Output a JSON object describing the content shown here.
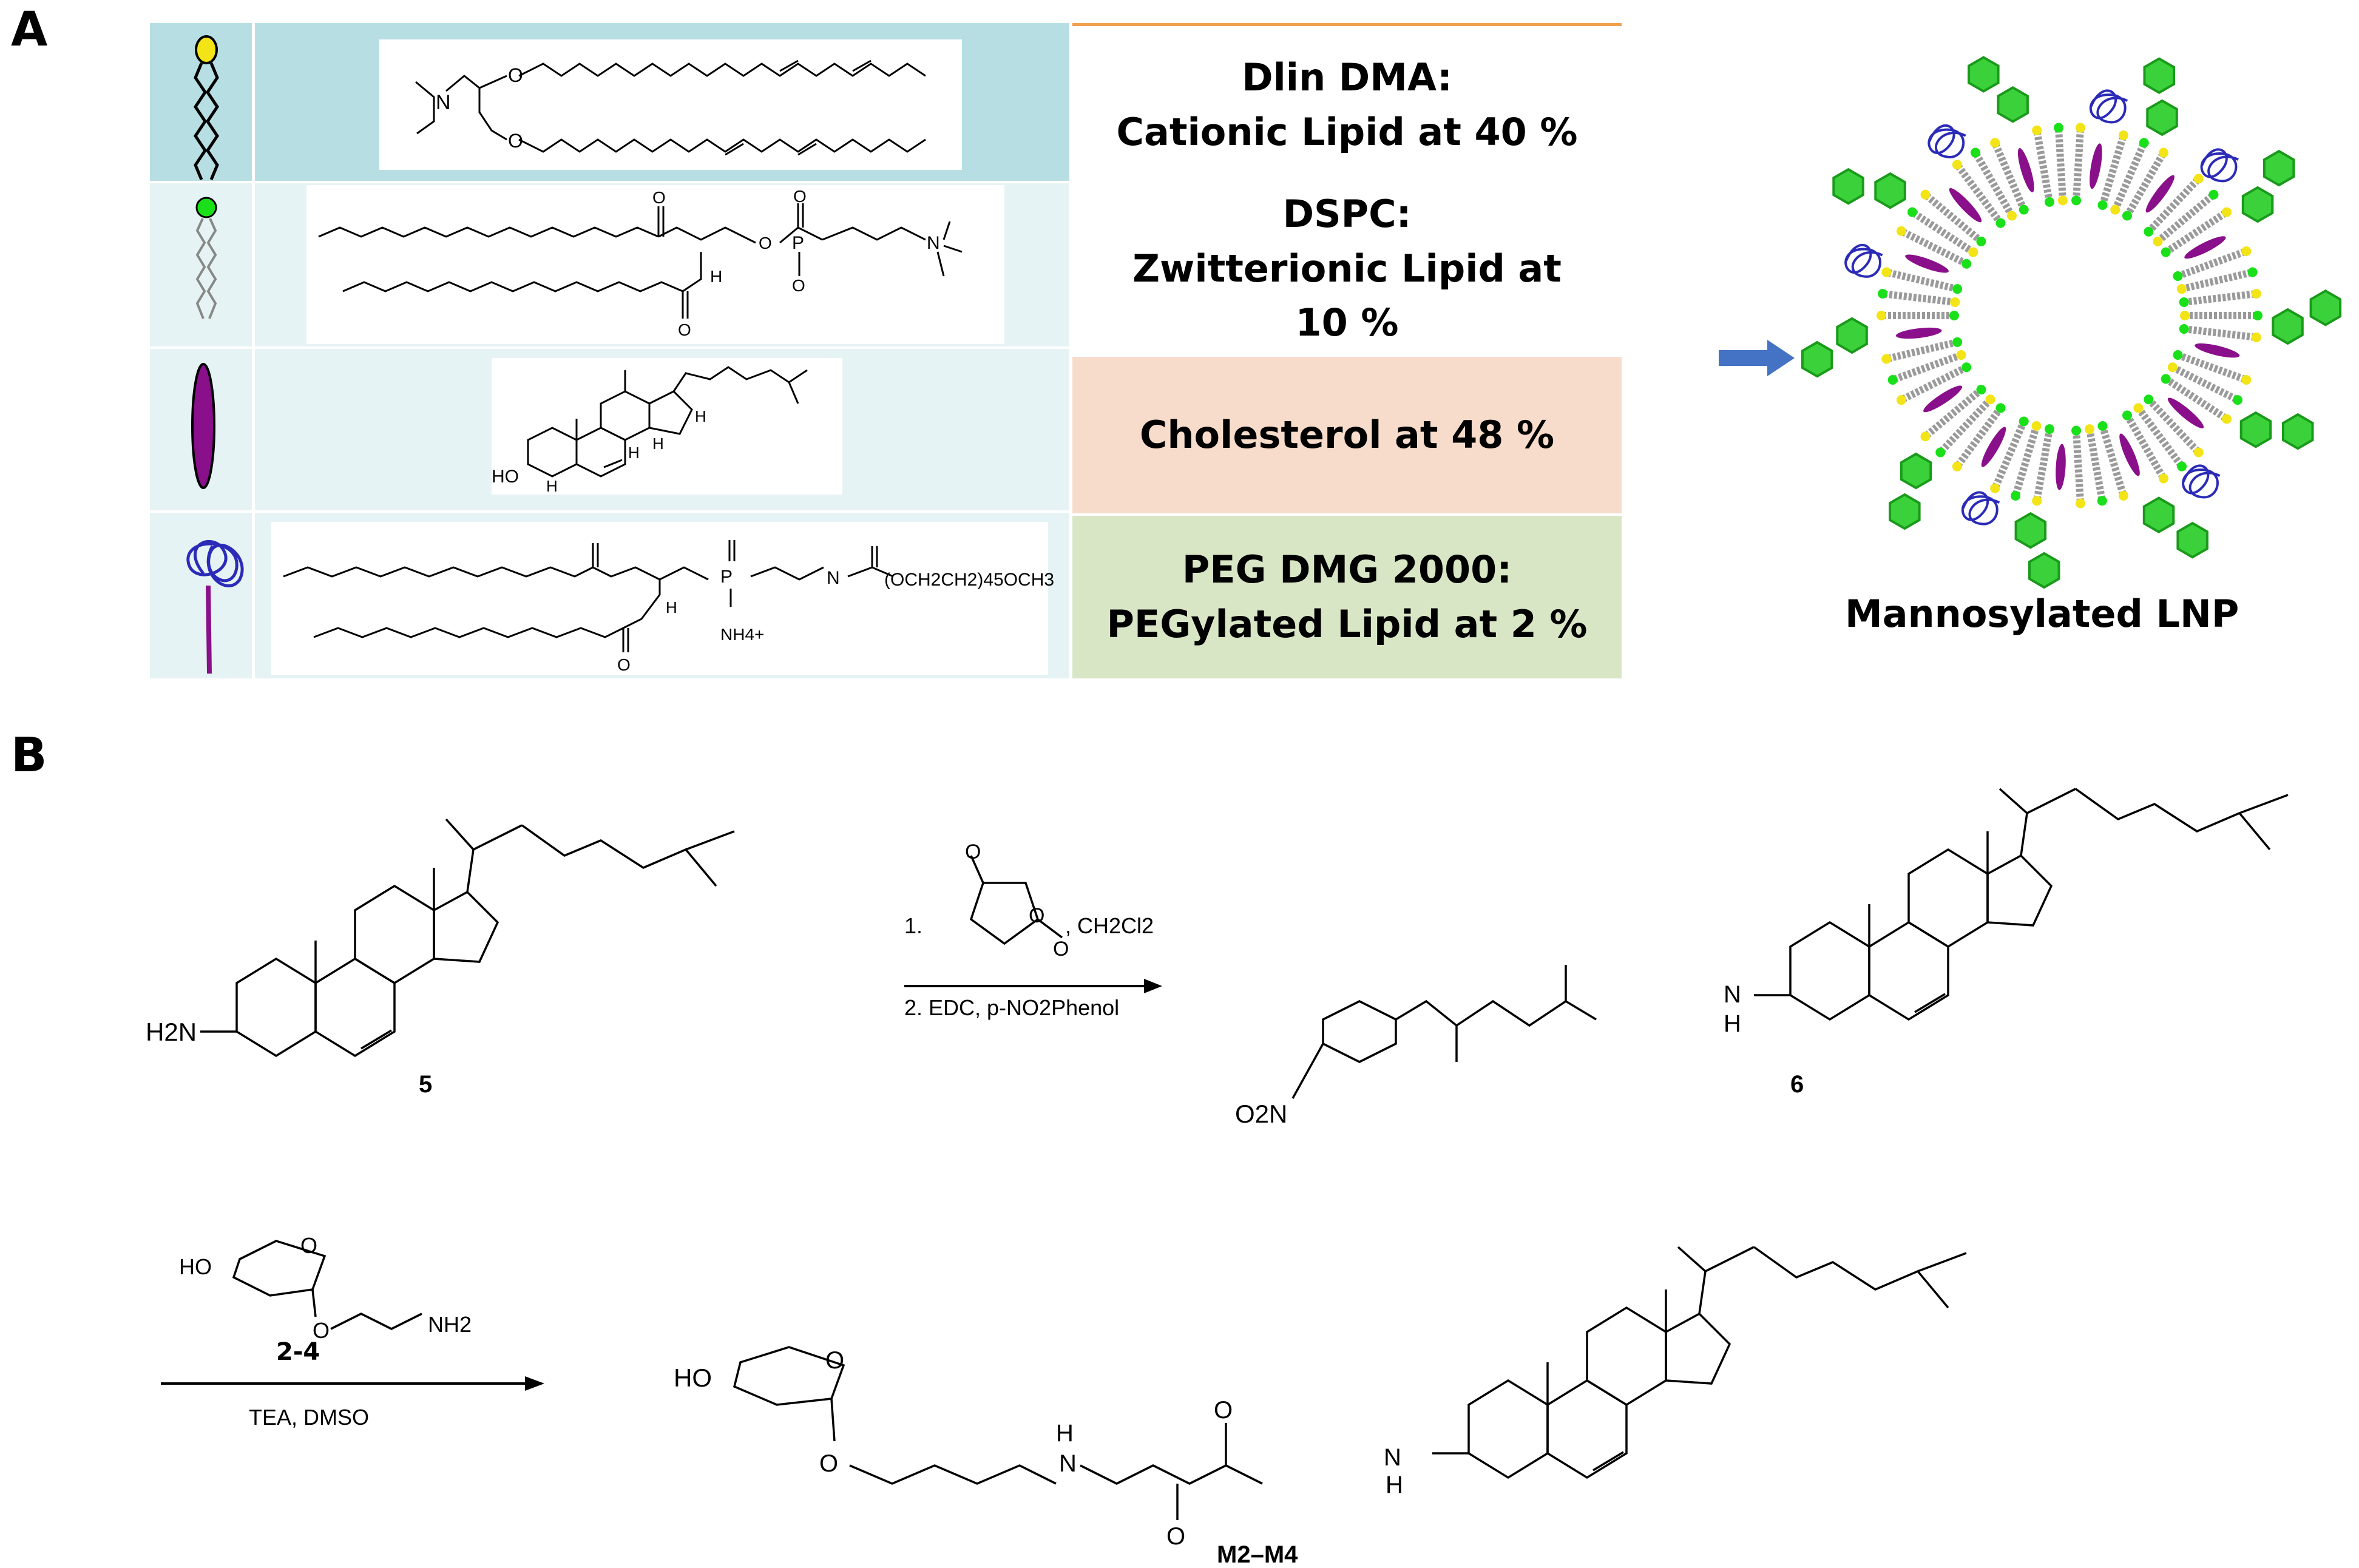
{
  "panel_a": {
    "letter": "A",
    "rows": [
      {
        "label_line1": "Dlin DMA:",
        "label_line2": "Cationic Lipid at 40 %",
        "label_line3": ""
      },
      {
        "label_line1": "DSPC:",
        "label_line2": "Zwitterionic Lipid at",
        "label_line3": "10 %"
      },
      {
        "label_line1": "Cholesterol at 48 %",
        "label_line2": "",
        "label_line3": ""
      },
      {
        "label_line1": "PEG DMG 2000:",
        "label_line2": "PEGylated Lipid at 2 %",
        "label_line3": ""
      }
    ],
    "struct_labels": {
      "dlin_n": "N",
      "dlin_o1": "O",
      "dlin_o2": "O",
      "dspc_o1": "O",
      "dspc_o2": "O",
      "dspc_p": "P",
      "dspc_o3": "O",
      "dspc_ominus": "O",
      "dspc_nplus": "N",
      "dspc_h": "H",
      "chol_ho": "HO",
      "chol_h1": "H",
      "chol_h2": "H",
      "chol_h3": "H",
      "chol_h4": "H",
      "peg_p": "P",
      "peg_n": "N",
      "peg_h": "H",
      "peg_chain": "(OCH2CH2)45OCH3",
      "peg_nh4": "NH4+",
      "peg_o": "O"
    },
    "lnp_title": "Mannosylated LNP",
    "colors": {
      "teal_row": "#b7dfe3",
      "pale_row": "#e6f3f4",
      "peach_cell": "#f8dccb",
      "green_cell": "#d8e6c6",
      "orange_rule": "#f1a050",
      "arrow_blue": "#4472c4",
      "hexagon_green": "#3bd13b",
      "purple": "#8a0f8a",
      "peg_blue": "#2b2bb8"
    }
  },
  "panel_b": {
    "letter": "B",
    "compound_5": "5",
    "compound_5_amine": "H2N",
    "step1_reagent_1": "1.",
    "step1_reagent_solvent": ", CH2Cl2",
    "step1_reagent_2": "2. EDC, p-NO2Phenol",
    "compound_6": "6",
    "compound_6_nitro": "O2N",
    "compound_6_nh": "N",
    "compound_6_h": "H",
    "step2_sugar_ho": "HO",
    "step2_sugar_amine": "NH2",
    "step2_compound": "2-4",
    "step2_conditions": "TEA, DMSO",
    "product_ho": "HO",
    "product_label": "M2–M4"
  }
}
